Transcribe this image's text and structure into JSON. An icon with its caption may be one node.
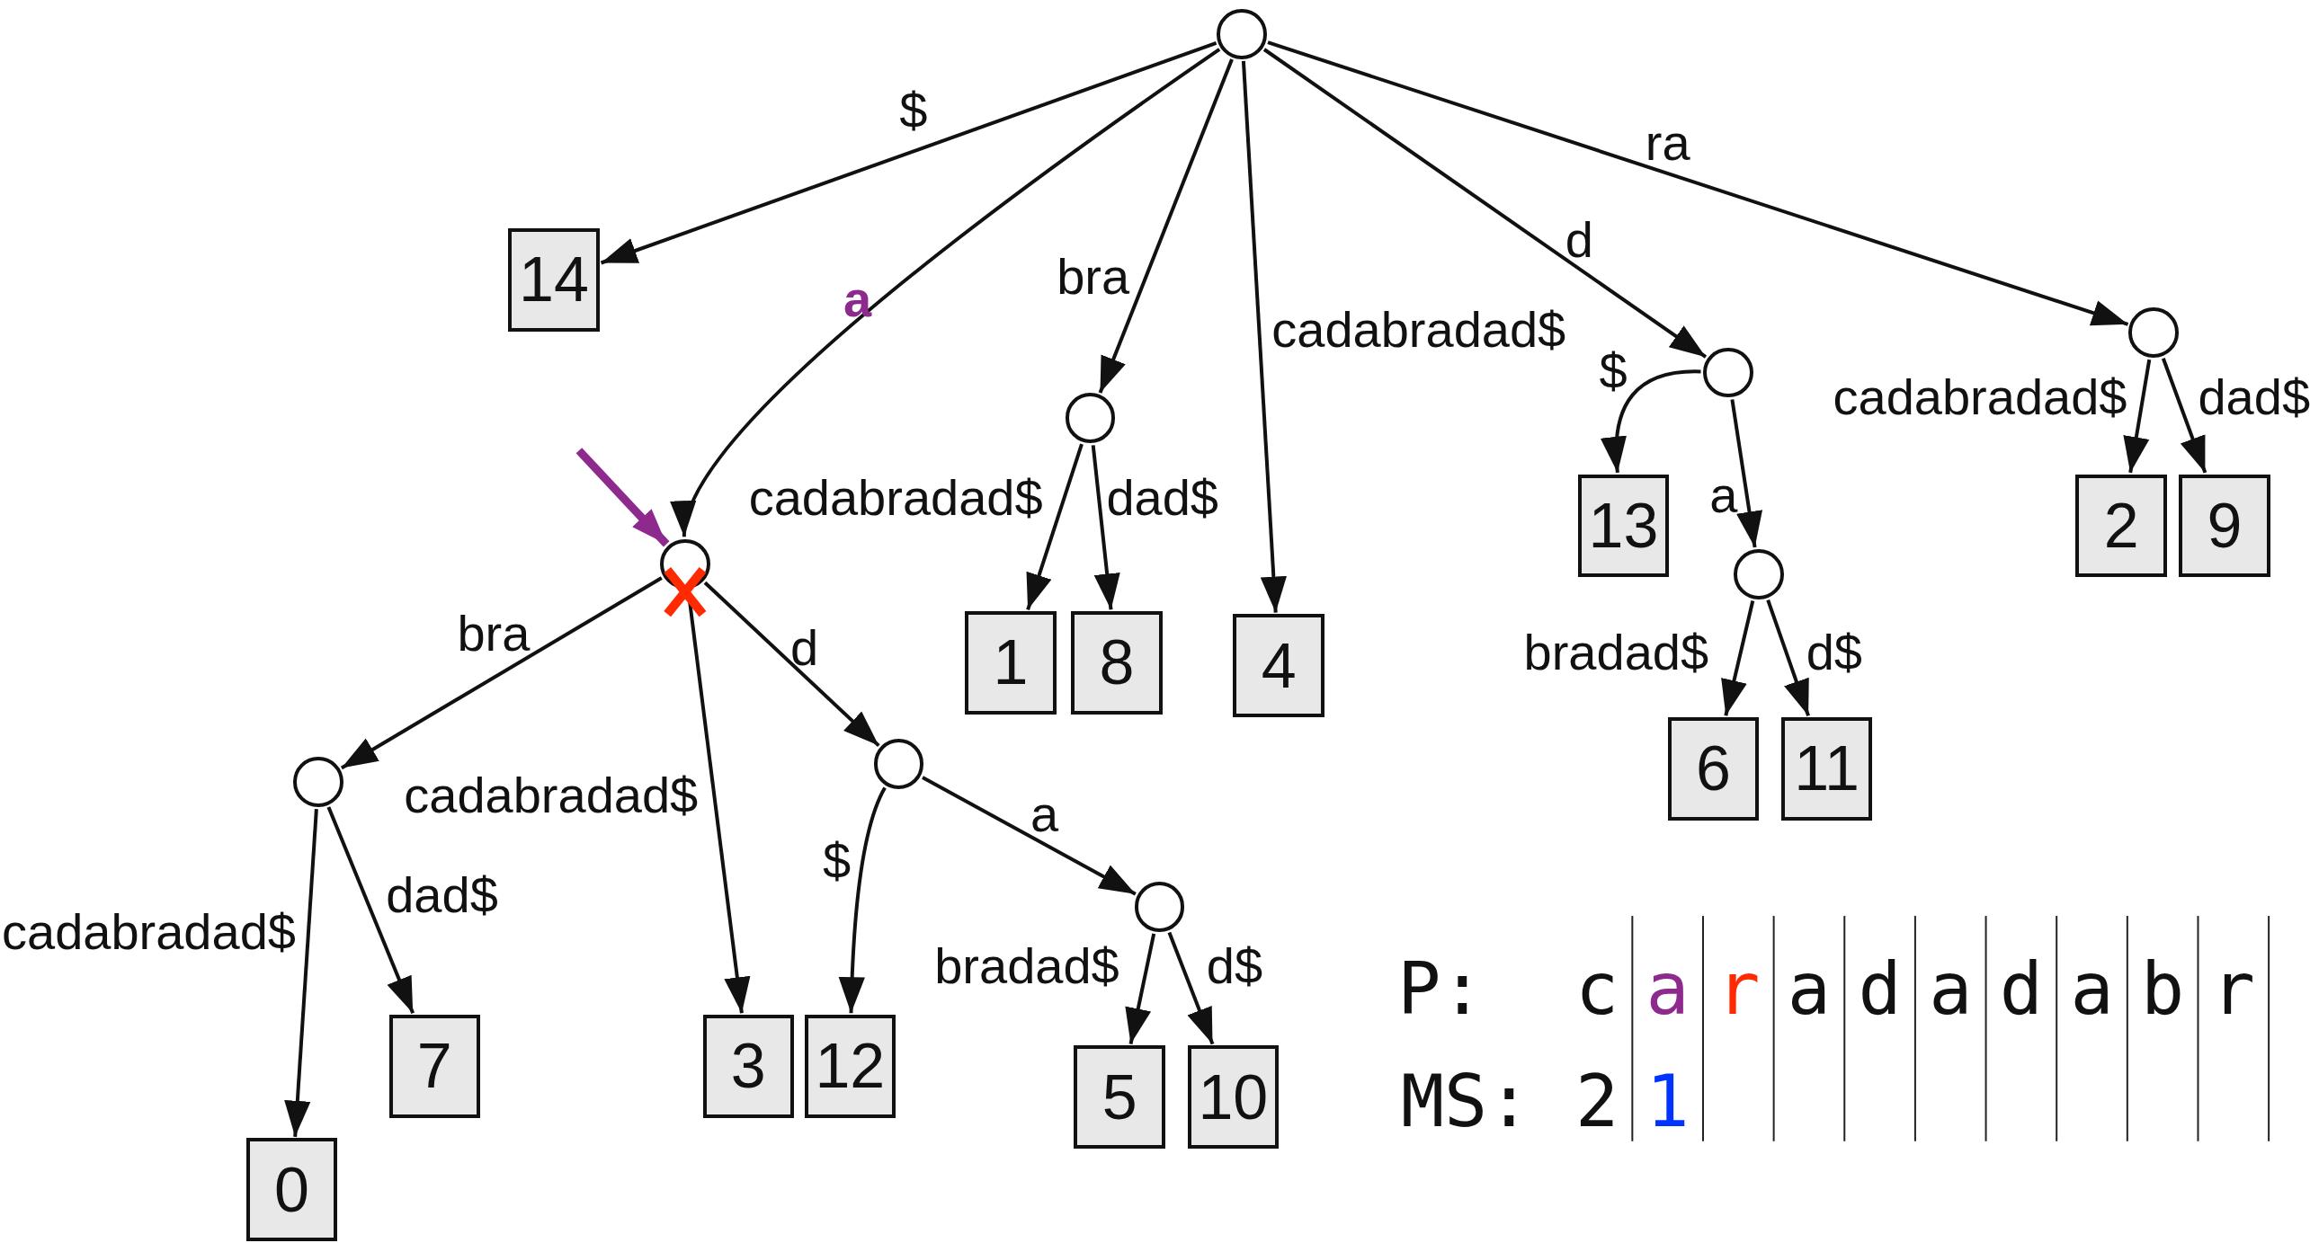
{
  "diagram": {
    "nodes": [
      {
        "text": [],
        "shape": "circle"
      },
      {
        "text": [
          "14"
        ]
      },
      {
        "text": [],
        "shape": "circle"
      },
      {
        "text": [],
        "shape": "circle"
      },
      {
        "text": [
          "4"
        ]
      },
      {
        "text": [],
        "shape": "circle"
      },
      {
        "text": [],
        "shape": "circle"
      },
      {
        "text": [],
        "shape": "circle"
      },
      {
        "text": [],
        "shape": "circle"
      },
      {
        "text": [
          "1"
        ]
      },
      {
        "text": [
          "8"
        ]
      },
      {
        "text": [
          "13"
        ]
      },
      {
        "text": [],
        "shape": "circle"
      },
      {
        "text": [
          "2"
        ]
      },
      {
        "text": [
          "9"
        ]
      },
      {
        "text": [
          "0"
        ]
      },
      {
        "text": [
          "7"
        ]
      },
      {
        "text": [
          "3"
        ]
      },
      {
        "text": [
          "12"
        ]
      },
      {
        "text": [],
        "shape": "circle"
      },
      {
        "text": [
          "5"
        ]
      },
      {
        "text": [
          "10"
        ]
      },
      {
        "text": [
          "6"
        ]
      },
      {
        "text": [
          "11"
        ]
      }
    ],
    "edges": [
      {
        "from": 0,
        "to": 1,
        "arrow": "to",
        "label": "$"
      },
      {
        "from": 0,
        "to": 2,
        "arrow": "to",
        "label": "a"
      },
      {
        "from": 0,
        "to": 3,
        "arrow": "to",
        "label": "bra"
      },
      {
        "from": 0,
        "to": 4,
        "arrow": "to",
        "label": "cadabradad$"
      },
      {
        "from": 0,
        "to": 5,
        "arrow": "to",
        "label": "d"
      },
      {
        "from": 0,
        "to": 6,
        "arrow": "to",
        "label": "ra"
      },
      {
        "from": 2,
        "to": 7,
        "arrow": "to",
        "label": "bra"
      },
      {
        "from": 2,
        "to": 17,
        "arrow": "to",
        "label": "cadabradad$"
      },
      {
        "from": 2,
        "to": 8,
        "arrow": "to",
        "label": "d"
      },
      {
        "from": 3,
        "to": 9,
        "arrow": "to",
        "label": "cadabradad$"
      },
      {
        "from": 3,
        "to": 10,
        "arrow": "to",
        "label": "dad$"
      },
      {
        "from": 5,
        "to": 11,
        "arrow": "to",
        "label": "$"
      },
      {
        "from": 5,
        "to": 12,
        "arrow": "to",
        "label": "a"
      },
      {
        "from": 6,
        "to": 13,
        "arrow": "to",
        "label": "cadabradad$"
      },
      {
        "from": 6,
        "to": 14,
        "arrow": "to",
        "label": "dad$"
      },
      {
        "from": 7,
        "to": 15,
        "arrow": "to",
        "label": "cadabradad$"
      },
      {
        "from": 7,
        "to": 16,
        "arrow": "to",
        "label": "dad$"
      },
      {
        "from": 8,
        "to": 18,
        "arrow": "to",
        "label": "$"
      },
      {
        "from": 8,
        "to": 19,
        "arrow": "to",
        "label": "a"
      },
      {
        "from": 12,
        "to": 22,
        "arrow": "to",
        "label": "bradad$"
      },
      {
        "from": 12,
        "to": 23,
        "arrow": "to",
        "label": "d$"
      },
      {
        "from": 19,
        "to": 20,
        "arrow": "to",
        "label": "bradad$"
      },
      {
        "from": 19,
        "to": 21,
        "arrow": "to",
        "label": "d$"
      },
      {
        "from": null,
        "to": 2,
        "arrow": "to",
        "style": "thick",
        "color": "#8e2a8e"
      }
    ],
    "labels": [
      "P:",
      "c",
      "a",
      "r",
      "a",
      "d",
      "a",
      "d",
      "a",
      "b",
      "r",
      "MS:",
      "2",
      "1"
    ]
  }
}
